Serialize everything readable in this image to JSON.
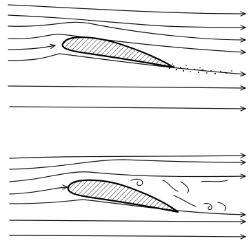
{
  "figure": {
    "panels": [
      {
        "name": "attached-flow",
        "description_visible": ""
      },
      {
        "name": "separated-flow",
        "description_visible": ""
      }
    ],
    "colors": {
      "ink": "#111111",
      "background": "#ffffff"
    },
    "icons": [
      "arrowhead",
      "airfoil-hatched",
      "vortex"
    ]
  }
}
